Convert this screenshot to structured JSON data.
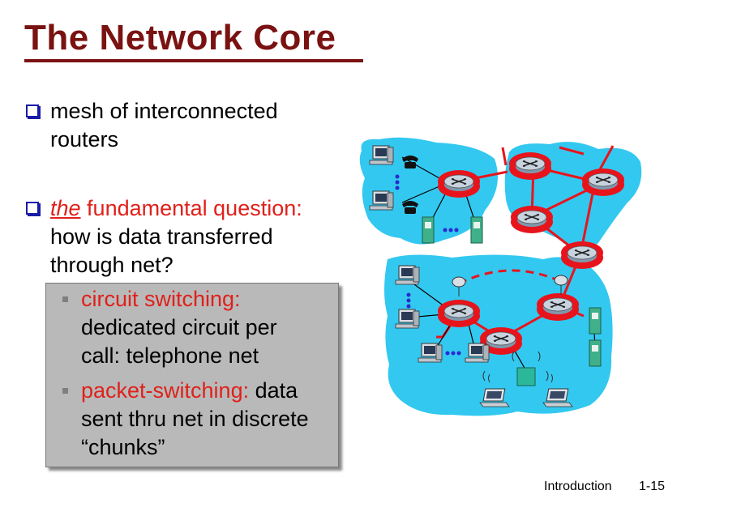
{
  "slide": {
    "title": "The Network Core",
    "bullet1": {
      "line1": "mesh of interconnected",
      "line2": "routers"
    },
    "bullet2": {
      "the": "the",
      "rest": " fundamental question:",
      "line2": "how is data transferred",
      "line3": "through net?"
    },
    "sub1": {
      "label": "circuit switching:",
      "line2": "dedicated circuit per",
      "line3": "call: telephone net"
    },
    "sub2": {
      "label": "packet-switching:",
      "rest": " data",
      "line2": "sent thru net in discrete",
      "line3": "“chunks”"
    },
    "footer": {
      "section": "Introduction",
      "page": "1-15"
    }
  },
  "colors": {
    "title": "#7a1212",
    "accent": "#e0201a",
    "bullet": "#1a1aa8",
    "cloud": "#33c8f0",
    "router_ring": "#e8141c"
  }
}
